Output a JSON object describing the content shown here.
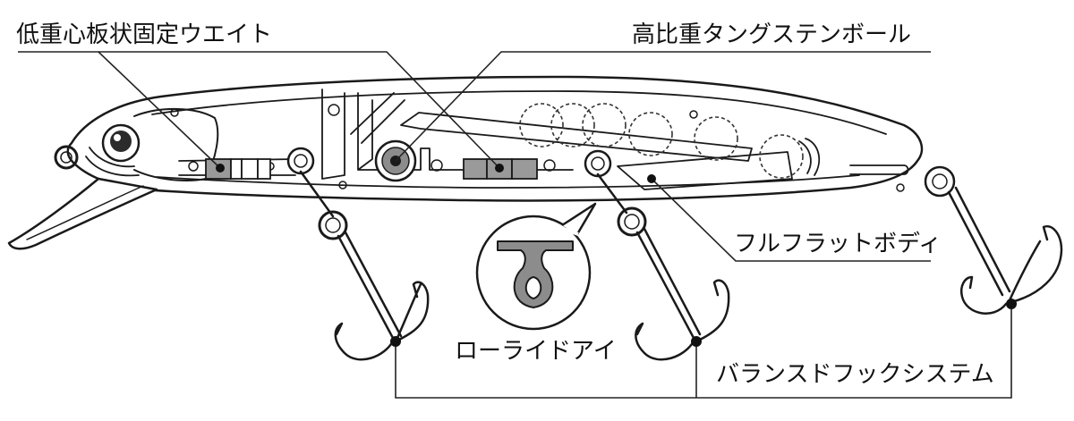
{
  "labels": {
    "fixed_weight": "低重心板状固定ウエイト",
    "tungsten_ball": "高比重タングステンボール",
    "full_flat_body": "フルフラットボディ",
    "low_ride_eye": "ローライドアイ",
    "balanced_hook_system": "バランスドフックシステム"
  },
  "colors": {
    "outline": "#1a1a1a",
    "weight_gray": "#9a9a9a",
    "eye_detail_gray": "#8c8c8c",
    "leader_line": "#222222"
  }
}
